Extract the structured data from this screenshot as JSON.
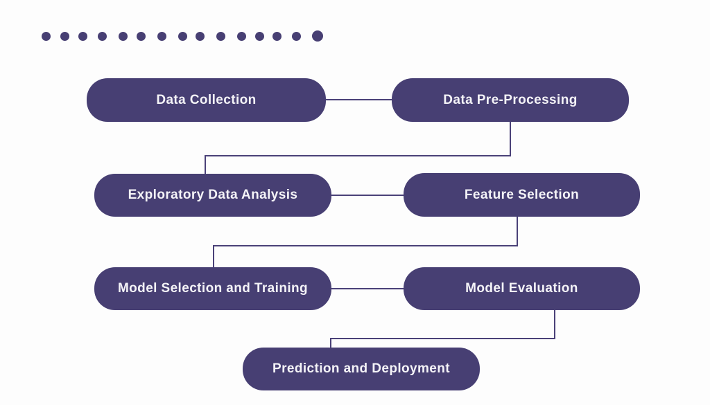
{
  "colors": {
    "background": "#fdfdfd",
    "node_fill": "#473f73",
    "node_text": "#f4f3f7",
    "connector": "#4a4178",
    "dot": "#473f73"
  },
  "decoration": {
    "dot_count": 15
  },
  "flowchart": {
    "nodes": [
      {
        "label": "Data Collection"
      },
      {
        "label": "Data Pre-Processing"
      },
      {
        "label": "Exploratory Data Analysis"
      },
      {
        "label": "Feature Selection"
      },
      {
        "label": "Model Selection and Training"
      },
      {
        "label": "Model Evaluation"
      },
      {
        "label": "Prediction and Deployment"
      }
    ],
    "edges": [
      {
        "from": "Data Collection",
        "to": "Data Pre-Processing"
      },
      {
        "from": "Data Pre-Processing",
        "to": "Exploratory Data Analysis"
      },
      {
        "from": "Exploratory Data Analysis",
        "to": "Feature Selection"
      },
      {
        "from": "Feature Selection",
        "to": "Model Selection and Training"
      },
      {
        "from": "Model Selection and Training",
        "to": "Model Evaluation"
      },
      {
        "from": "Model Evaluation",
        "to": "Prediction and Deployment"
      }
    ]
  }
}
